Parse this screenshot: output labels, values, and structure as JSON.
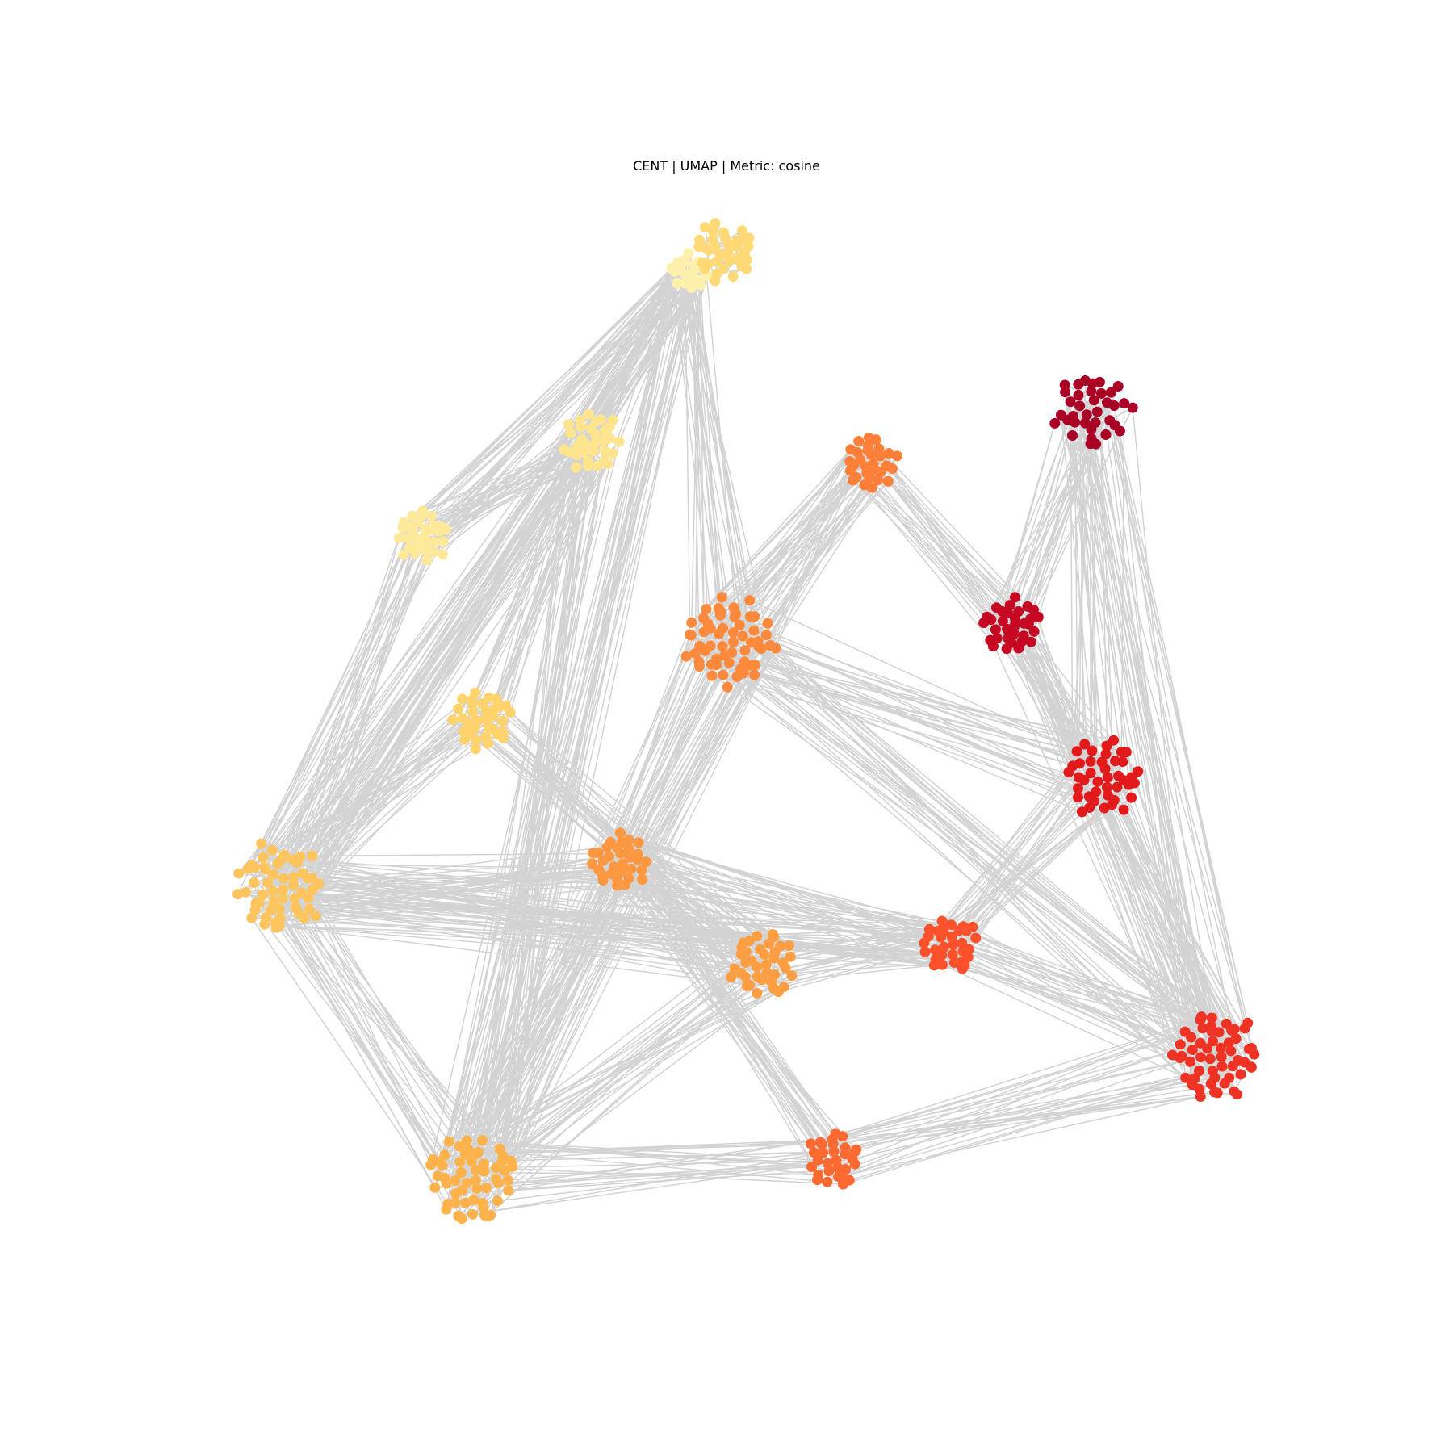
{
  "title": "CENT | UMAP | Metric: cosine",
  "edge_color": "#d3d3d3",
  "node_colormap": "YlOrRd",
  "chart_data": {
    "type": "network",
    "description_of_data": "UMAP embedding graph; nodes grouped into clusters, colored by cluster index",
    "clusters": [
      {
        "id": 0,
        "color": "#fff1ad",
        "n_nodes": 18
      },
      {
        "id": 1,
        "color": "#fee89a",
        "n_nodes": 30
      },
      {
        "id": 2,
        "color": "#fee48d",
        "n_nodes": 32
      },
      {
        "id": 3,
        "color": "#fed975",
        "n_nodes": 34
      },
      {
        "id": 4,
        "color": "#fed36b",
        "n_nodes": 34
      },
      {
        "id": 5,
        "color": "#fec45e",
        "n_nodes": 55
      },
      {
        "id": 6,
        "color": "#feb24c",
        "n_nodes": 55
      },
      {
        "id": 7,
        "color": "#fd9e43",
        "n_nodes": 38
      },
      {
        "id": 8,
        "color": "#fd9740",
        "n_nodes": 32
      },
      {
        "id": 9,
        "color": "#fd8a3c",
        "n_nodes": 58
      },
      {
        "id": 10,
        "color": "#fd7f38",
        "n_nodes": 30
      },
      {
        "id": 11,
        "color": "#fc6a32",
        "n_nodes": 30
      },
      {
        "id": 12,
        "color": "#fc512b",
        "n_nodes": 32
      },
      {
        "id": 13,
        "color": "#ee3324",
        "n_nodes": 55
      },
      {
        "id": 14,
        "color": "#e31a1c",
        "n_nodes": 42
      },
      {
        "id": 15,
        "color": "#c70823",
        "n_nodes": 32
      },
      {
        "id": 16,
        "color": "#ab0026",
        "n_nodes": 36
      }
    ],
    "inter_cluster_links": [
      [
        0,
        1
      ],
      [
        0,
        2
      ],
      [
        0,
        5
      ],
      [
        0,
        6
      ],
      [
        0,
        9
      ],
      [
        1,
        2
      ],
      [
        1,
        5
      ],
      [
        2,
        4
      ],
      [
        2,
        6
      ],
      [
        2,
        5
      ],
      [
        4,
        5
      ],
      [
        4,
        7
      ],
      [
        5,
        6
      ],
      [
        5,
        7
      ],
      [
        5,
        8
      ],
      [
        5,
        12
      ],
      [
        6,
        7
      ],
      [
        6,
        9
      ],
      [
        6,
        11
      ],
      [
        7,
        8
      ],
      [
        7,
        12
      ],
      [
        8,
        11
      ],
      [
        8,
        12
      ],
      [
        9,
        10
      ],
      [
        9,
        13
      ],
      [
        9,
        6
      ],
      [
        10,
        15
      ],
      [
        10,
        9
      ],
      [
        11,
        13
      ],
      [
        12,
        13
      ],
      [
        12,
        14
      ],
      [
        13,
        14
      ],
      [
        13,
        15
      ],
      [
        14,
        16
      ],
      [
        15,
        16
      ],
      [
        16,
        13
      ],
      [
        14,
        15
      ],
      [
        9,
        14
      ]
    ]
  }
}
